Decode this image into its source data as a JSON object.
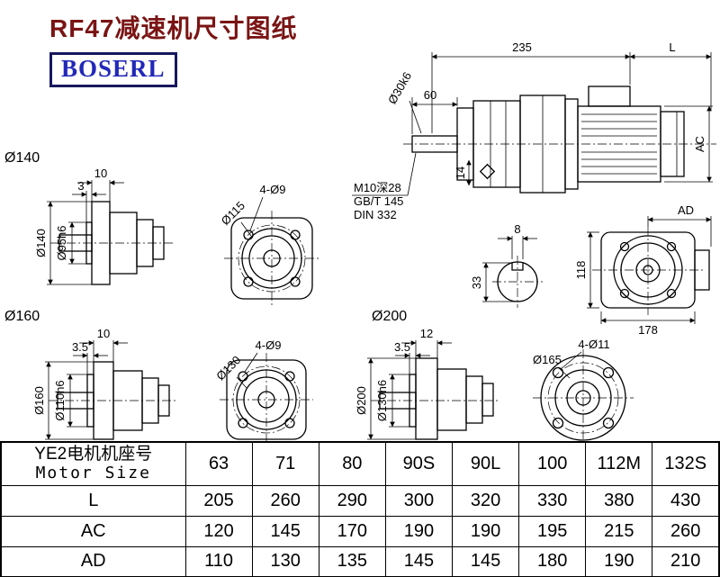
{
  "page": {
    "title": "RF47减速机尺寸图纸",
    "logo": "BOSERL",
    "title_color": "#7a1414",
    "logo_color": "#2228b8"
  },
  "views": {
    "main": {
      "dim_top_left": "235",
      "dim_top_right": "L",
      "dim_60": "60",
      "shaft_dia": "Ø30k6",
      "dim_14": "14",
      "dim_ac": "AC",
      "thread_note_1": "M10深28",
      "thread_note_2": "GB/T 145",
      "thread_note_3": "DIN 332"
    },
    "shaft_section": {
      "key_width": "8",
      "key_height": "33"
    },
    "rear": {
      "dim_ad": "AD",
      "dim_118": "118",
      "dim_178": "178"
    },
    "flange140_side": {
      "title": "Ø140",
      "dim_10": "10",
      "dim_3": "3",
      "flange_dia": "Ø140",
      "spigot_dia": "Ø95h6"
    },
    "flange140_front": {
      "holes": "4-Ø9",
      "bolt_circle": "Ø115"
    },
    "flange160_side": {
      "title": "Ø160",
      "dim_10": "10",
      "dim_35": "3.5",
      "flange_dia": "Ø160",
      "spigot_dia": "Ø110h6"
    },
    "flange160_front": {
      "holes": "4-Ø9",
      "bolt_circle": "Ø130"
    },
    "flange200_side": {
      "title": "Ø200",
      "dim_12": "12",
      "dim_35": "3.5",
      "flange_dia": "Ø200",
      "spigot_dia": "Ø130h6"
    },
    "flange200_front": {
      "holes": "4-Ø11",
      "bolt_circle": "Ø165"
    }
  },
  "table": {
    "header_cn": "YE2电机机座号",
    "header_en": "Motor Size",
    "sizes": [
      "63",
      "71",
      "80",
      "90S",
      "90L",
      "100",
      "112M",
      "132S"
    ],
    "rows": [
      {
        "label": "L",
        "values": [
          "205",
          "260",
          "290",
          "300",
          "320",
          "330",
          "380",
          "430"
        ]
      },
      {
        "label": "AC",
        "values": [
          "120",
          "145",
          "170",
          "190",
          "190",
          "195",
          "215",
          "260"
        ]
      },
      {
        "label": "AD",
        "values": [
          "110",
          "130",
          "135",
          "145",
          "145",
          "180",
          "190",
          "210"
        ]
      }
    ]
  }
}
